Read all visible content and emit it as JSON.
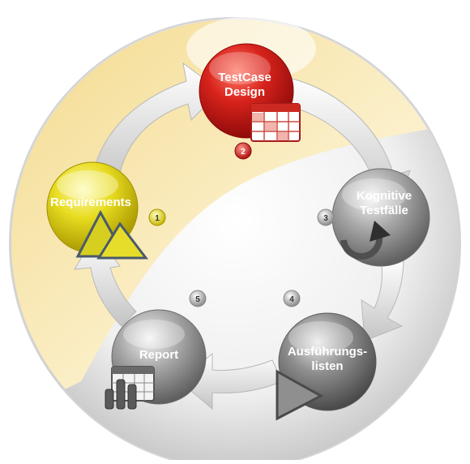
{
  "nodes": [
    {
      "id": "testcase-design",
      "label_lines": [
        "TestCase",
        "Design"
      ],
      "step": "2",
      "icon": "table-icon",
      "color": "#cc1a1a"
    },
    {
      "id": "kognitive-testfaelle",
      "label_lines": [
        "Kognitive",
        "Testfälle"
      ],
      "step": "3",
      "icon": "cycle-arrow-icon",
      "color": "#8a8a8a"
    },
    {
      "id": "ausfuehrungslisten",
      "label_lines": [
        "Ausführungs-",
        "listen"
      ],
      "step": "4",
      "icon": "play-icon",
      "color": "#7a7a7a"
    },
    {
      "id": "report",
      "label_lines": [
        "Report"
      ],
      "step": "5",
      "icon": "bar-chart-table-icon",
      "color": "#8a8a8a"
    },
    {
      "id": "requirements",
      "label_lines": [
        "Requirements"
      ],
      "step": "1",
      "icon": "triangles-icon",
      "color": "#e0d000"
    }
  ],
  "colors": {
    "background_cream": "#f7e7b0",
    "disc_grey": "#e4e4e4",
    "arrow_grey": "#cfcfcf",
    "red_accent": "#cc1a1a",
    "yellow_accent": "#d8c800"
  }
}
